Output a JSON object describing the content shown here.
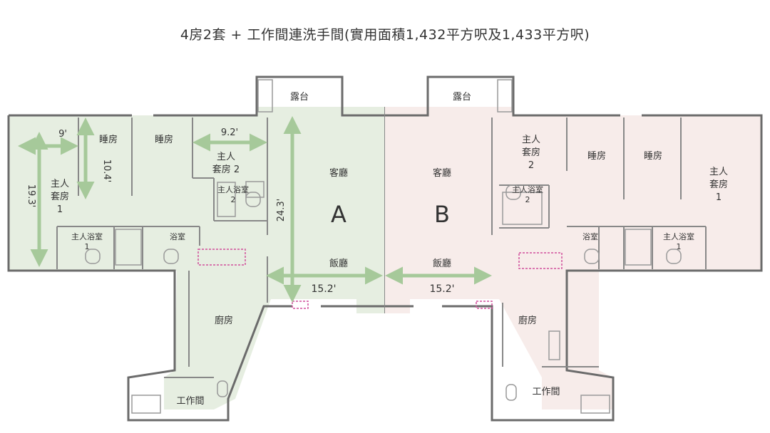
{
  "title": "4房2套 + 工作間連洗手間(實用面積1,432平方呎及1,433平方呎)",
  "colors": {
    "unit_a_fill": "#e6eee1",
    "unit_b_fill": "#f7ecea",
    "dimension_arrow": "#a6c99a",
    "wall": "#6b6b6b",
    "marker": "#d14f9b"
  },
  "unit_a": {
    "letter": "A",
    "terrace": "露台",
    "bedroom_1": "睡房",
    "bedroom_2": "睡房",
    "master_suite_1": [
      "主人",
      "套房",
      "1"
    ],
    "master_suite_2": [
      "主人",
      "套房 2"
    ],
    "master_bath_1": [
      "主人浴室",
      "1"
    ],
    "master_bath_2": [
      "主人浴室",
      "2"
    ],
    "bathroom": "浴室",
    "living_room": "客廳",
    "dining_room": "飯廳",
    "kitchen": "廚房",
    "utility_room": "工作間",
    "dims": {
      "d9": "9'",
      "d10_4": "10.4'",
      "d9_2": "9.2'",
      "d19_3": "19.3'",
      "d24_3": "24.3'",
      "d15_2": "15.2'"
    }
  },
  "unit_b": {
    "letter": "B",
    "terrace": "露台",
    "bedroom_1": "睡房",
    "bedroom_2": "睡房",
    "master_suite_1": [
      "主人",
      "套房",
      "1"
    ],
    "master_suite_2": [
      "主人",
      "套房",
      "2"
    ],
    "master_bath_1": [
      "主人浴室",
      "1"
    ],
    "master_bath_2": [
      "主人浴室",
      "2"
    ],
    "bathroom": "浴室",
    "living_room": "客廳",
    "dining_room": "飯廳",
    "kitchen": "廚房",
    "utility_room": "工作間",
    "dims": {
      "d15_2": "15.2'"
    }
  }
}
